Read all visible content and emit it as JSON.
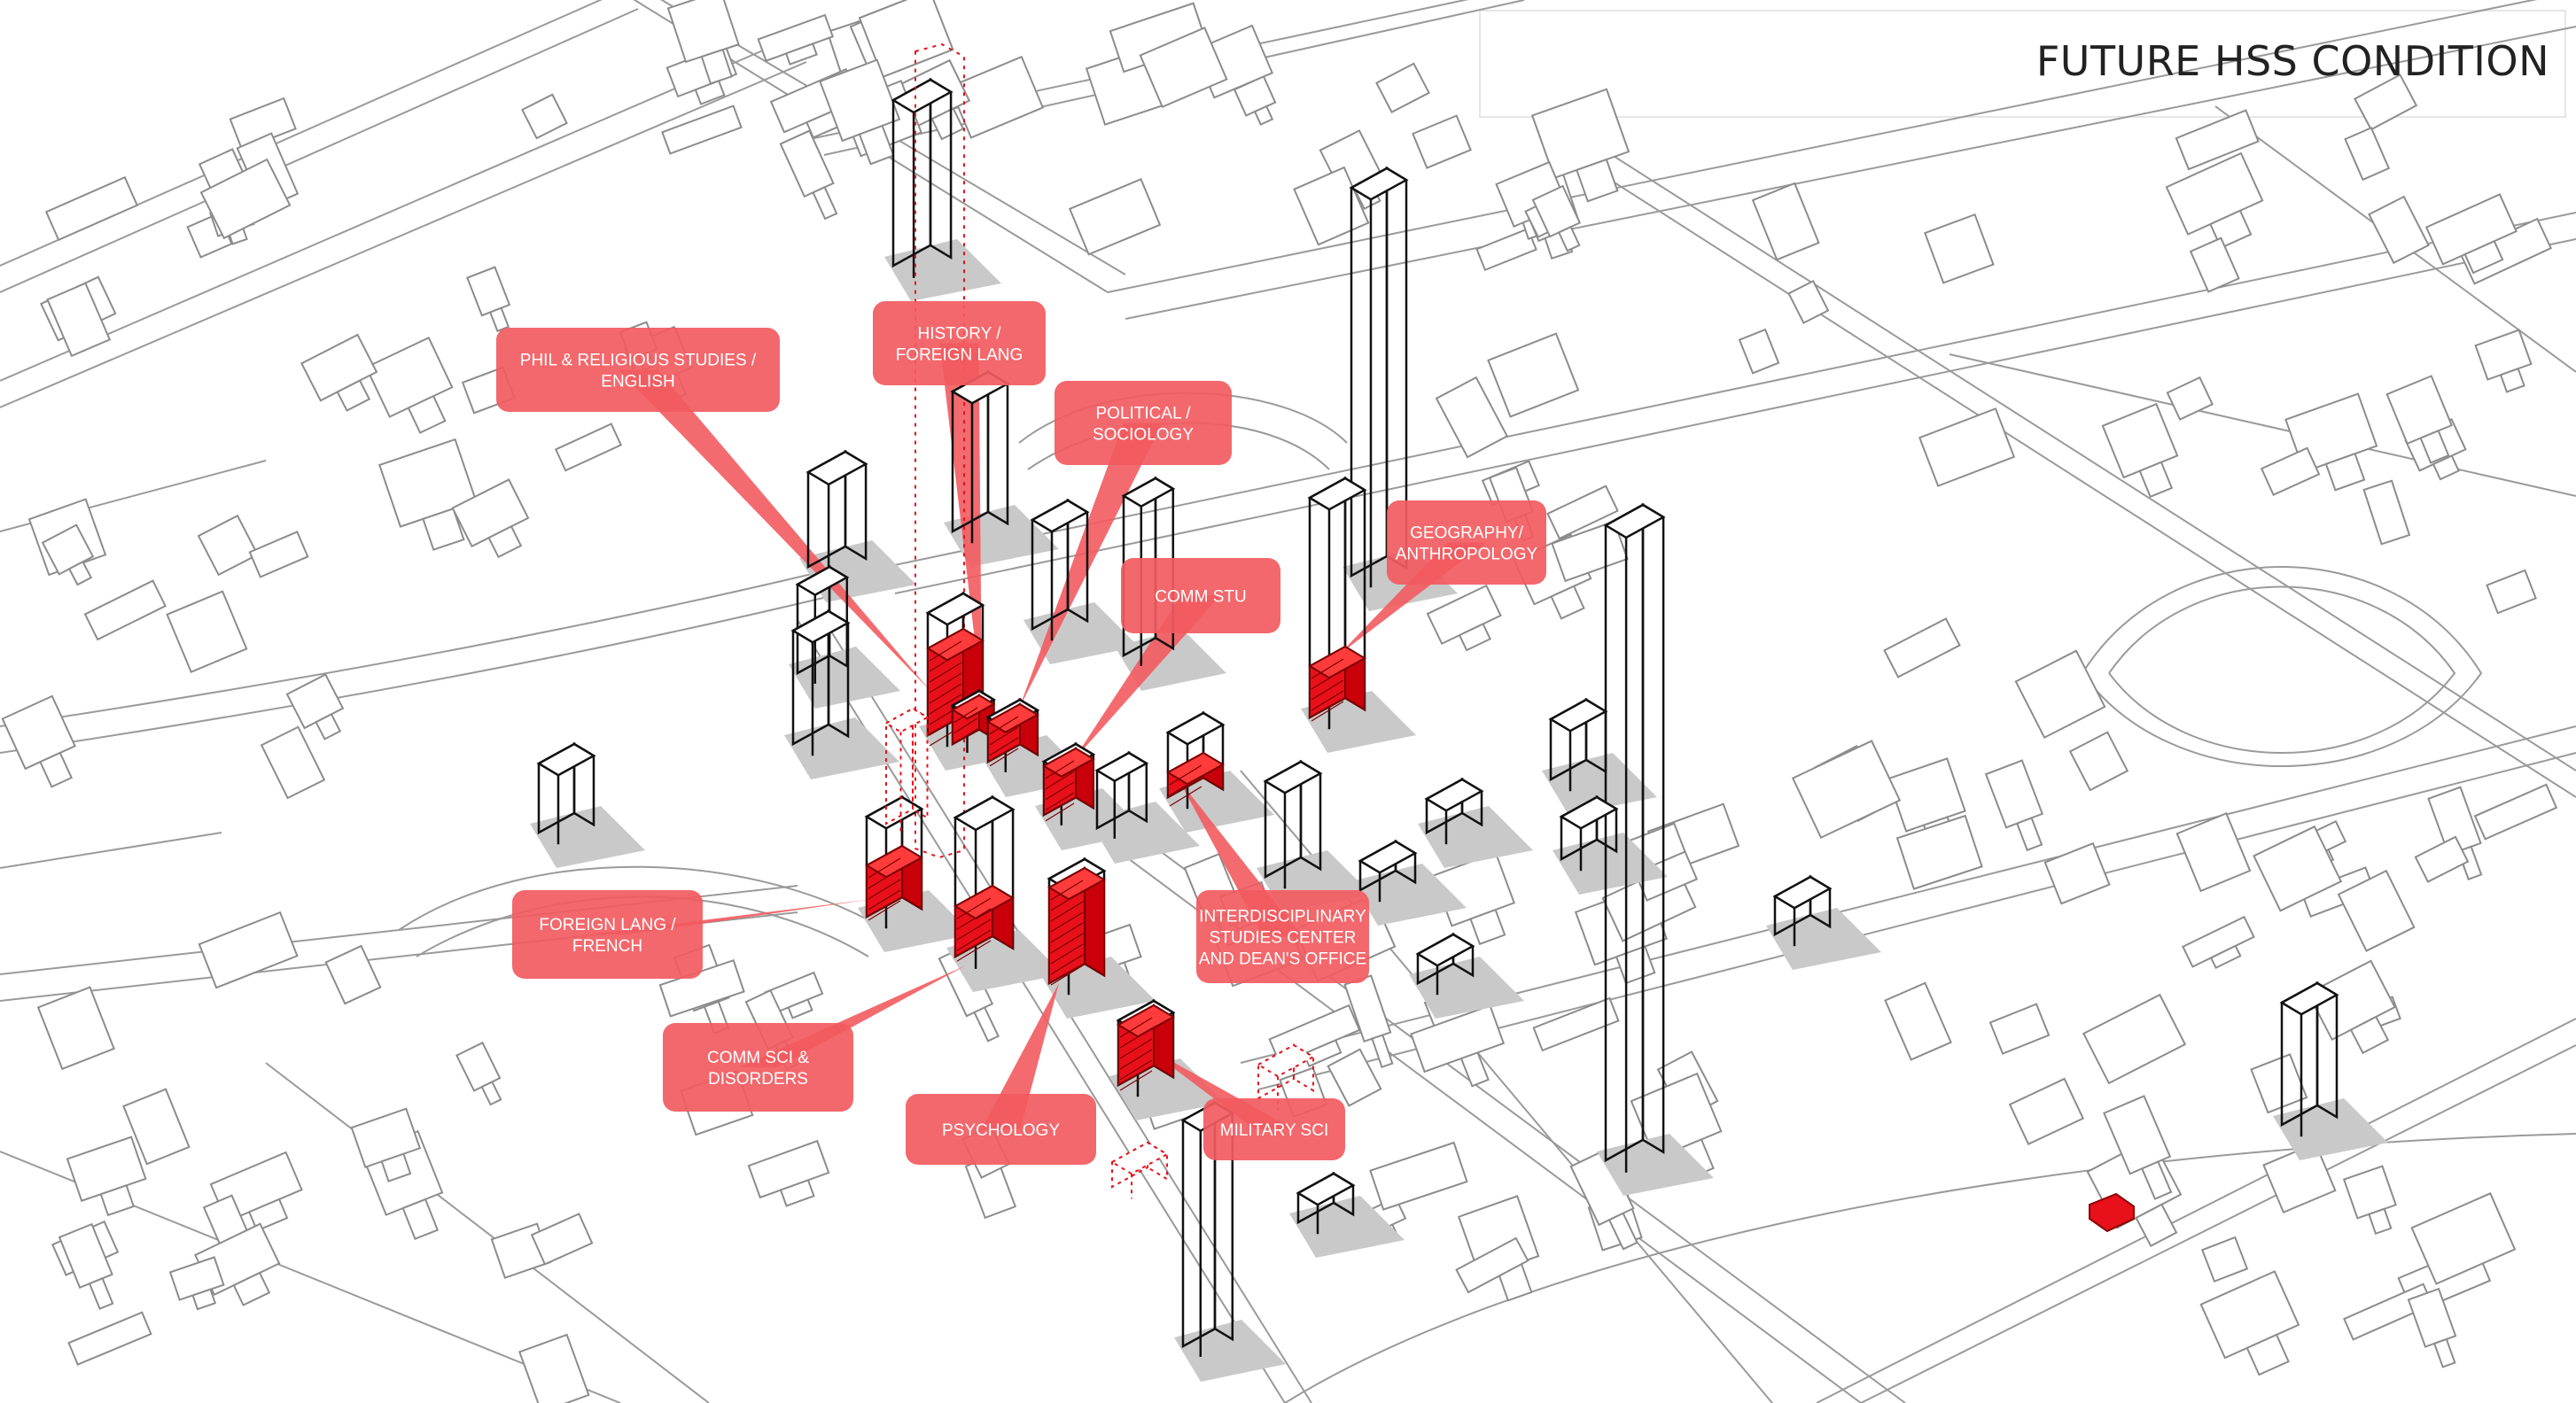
{
  "title": "FUTURE HSS CONDITION",
  "colors": {
    "accent": "#e8101a",
    "callout": "#f25b5f",
    "shadow": "#c8c8c8",
    "linework": "#8a8a8a",
    "outline": "#111111"
  },
  "callouts": [
    {
      "id": "phil-english",
      "lines": [
        "PHIL & RELIGIOUS STUDIES /",
        "ENGLISH"
      ]
    },
    {
      "id": "history-foreign",
      "lines": [
        "HISTORY /",
        "FOREIGN LANG"
      ]
    },
    {
      "id": "political-sociology",
      "lines": [
        "POLITICAL /",
        "SOCIOLOGY"
      ]
    },
    {
      "id": "comm-stu",
      "lines": [
        "COMM STU"
      ]
    },
    {
      "id": "geography-anthropology",
      "lines": [
        "GEOGRAPHY/",
        "ANTHROPOLOGY"
      ]
    },
    {
      "id": "foreign-french",
      "lines": [
        "FOREIGN LANG /",
        "FRENCH"
      ]
    },
    {
      "id": "interdisciplinary",
      "lines": [
        "INTERDISCIPLINARY",
        "STUDIES CENTER",
        "AND DEAN'S OFFICE"
      ]
    },
    {
      "id": "comm-sci",
      "lines": [
        "COMM SCI &",
        "DISORDERS"
      ]
    },
    {
      "id": "psychology",
      "lines": [
        "PSYCHOLOGY"
      ]
    },
    {
      "id": "military-sci",
      "lines": [
        "MILITARY SCI"
      ]
    }
  ]
}
